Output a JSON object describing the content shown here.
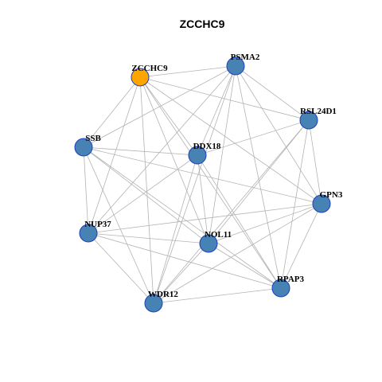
{
  "title": "ZCCHC9",
  "colors": {
    "hub_node": "#ffa500",
    "node": "#4682b4",
    "node_border": "#1a3cc8",
    "edge": "#b3b3b3"
  },
  "nodes": [
    {
      "id": "ZCCHC9",
      "label": "ZCCHC9",
      "hub": true
    },
    {
      "id": "PSMA2",
      "label": "PSMA2",
      "hub": false
    },
    {
      "id": "RSL24D1",
      "label": "RSL24D1",
      "hub": false
    },
    {
      "id": "SSB",
      "label": "SSB",
      "hub": false
    },
    {
      "id": "DDX18",
      "label": "DDX18",
      "hub": false
    },
    {
      "id": "GPN3",
      "label": "GPN3",
      "hub": false
    },
    {
      "id": "NUP37",
      "label": "NUP37",
      "hub": false
    },
    {
      "id": "NOL11",
      "label": "NOL11",
      "hub": false
    },
    {
      "id": "RPAP3",
      "label": "RPAP3",
      "hub": false
    },
    {
      "id": "WDR12",
      "label": "WDR12",
      "hub": false
    }
  ],
  "edges": [
    [
      "ZCCHC9",
      "PSMA2"
    ],
    [
      "ZCCHC9",
      "RSL24D1"
    ],
    [
      "ZCCHC9",
      "SSB"
    ],
    [
      "ZCCHC9",
      "DDX18"
    ],
    [
      "ZCCHC9",
      "GPN3"
    ],
    [
      "ZCCHC9",
      "NUP37"
    ],
    [
      "ZCCHC9",
      "NOL11"
    ],
    [
      "ZCCHC9",
      "RPAP3"
    ],
    [
      "ZCCHC9",
      "WDR12"
    ],
    [
      "PSMA2",
      "RSL24D1"
    ],
    [
      "PSMA2",
      "SSB"
    ],
    [
      "PSMA2",
      "DDX18"
    ],
    [
      "PSMA2",
      "GPN3"
    ],
    [
      "PSMA2",
      "NUP37"
    ],
    [
      "PSMA2",
      "NOL11"
    ],
    [
      "PSMA2",
      "RPAP3"
    ],
    [
      "PSMA2",
      "WDR12"
    ],
    [
      "RSL24D1",
      "DDX18"
    ],
    [
      "RSL24D1",
      "GPN3"
    ],
    [
      "RSL24D1",
      "NOL11"
    ],
    [
      "RSL24D1",
      "RPAP3"
    ],
    [
      "RSL24D1",
      "WDR12"
    ],
    [
      "SSB",
      "DDX18"
    ],
    [
      "SSB",
      "GPN3"
    ],
    [
      "SSB",
      "NUP37"
    ],
    [
      "SSB",
      "NOL11"
    ],
    [
      "SSB",
      "RPAP3"
    ],
    [
      "SSB",
      "WDR12"
    ],
    [
      "DDX18",
      "NUP37"
    ],
    [
      "DDX18",
      "NOL11"
    ],
    [
      "DDX18",
      "RPAP3"
    ],
    [
      "DDX18",
      "WDR12"
    ],
    [
      "GPN3",
      "NUP37"
    ],
    [
      "GPN3",
      "NOL11"
    ],
    [
      "GPN3",
      "RPAP3"
    ],
    [
      "GPN3",
      "WDR12"
    ],
    [
      "NUP37",
      "NOL11"
    ],
    [
      "NUP37",
      "RPAP3"
    ],
    [
      "NUP37",
      "WDR12"
    ],
    [
      "NOL11",
      "RPAP3"
    ],
    [
      "NOL11",
      "WDR12"
    ],
    [
      "RPAP3",
      "WDR12"
    ]
  ]
}
